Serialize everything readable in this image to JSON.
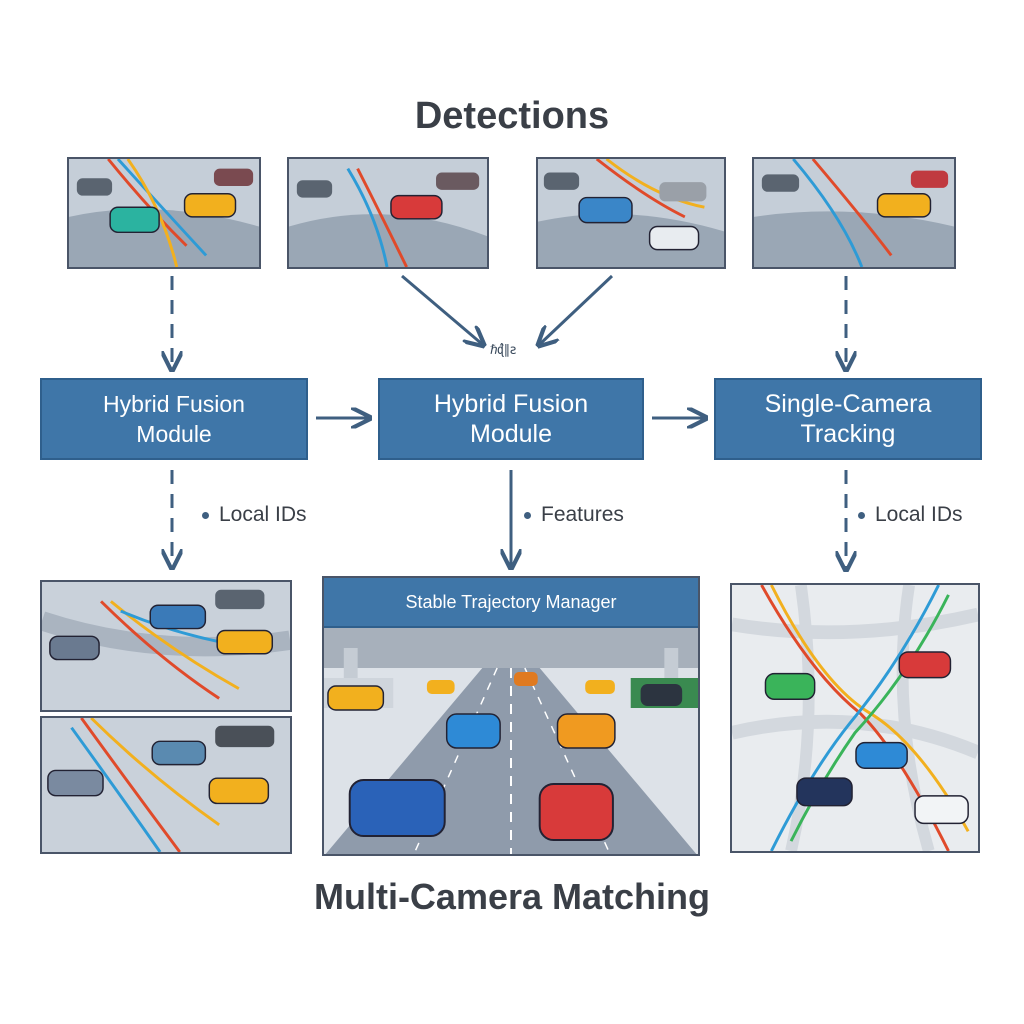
{
  "diagram": {
    "title": "Detections",
    "footer_title": "Multi-Camera Matching",
    "small_glyph": "ℏ̂ɖ∥ƨ",
    "boxes": {
      "left": {
        "line1": "Hybrid Fusion",
        "line2": "Module"
      },
      "center": {
        "line1": "Hybrid Fusion",
        "line2": "Module"
      },
      "right": {
        "line1": "Single-Camera",
        "line2": "Tracking"
      }
    },
    "edge_labels": {
      "left": "Local IDs",
      "center": "Features",
      "right": "Local IDs"
    },
    "output_panel": {
      "header": "Stable Trajectory Manager"
    }
  },
  "colors": {
    "box_fill": "#3f76a8",
    "arrow": "#3f5f80",
    "title_text": "#3a3f47"
  },
  "icons": [
    "camera-feed-thumbnail",
    "arrow-down",
    "arrow-right",
    "bullet-dot"
  ]
}
